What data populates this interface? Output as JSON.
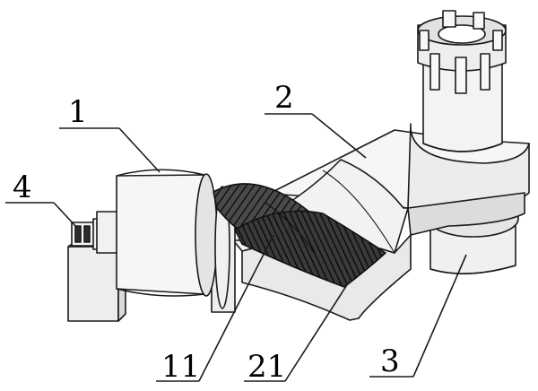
{
  "labels": {
    "n1": "1",
    "n2": "2",
    "n3": "3",
    "n4": "4",
    "n11": "11",
    "n21": "21"
  },
  "colors": {
    "line": "#1a1a1a",
    "face_light": "#f4f4f4",
    "face_mid": "#e6e6e6",
    "face_dark": "#cfcfcf",
    "gear_dark": "#2b2b2b",
    "background": "#ffffff"
  }
}
